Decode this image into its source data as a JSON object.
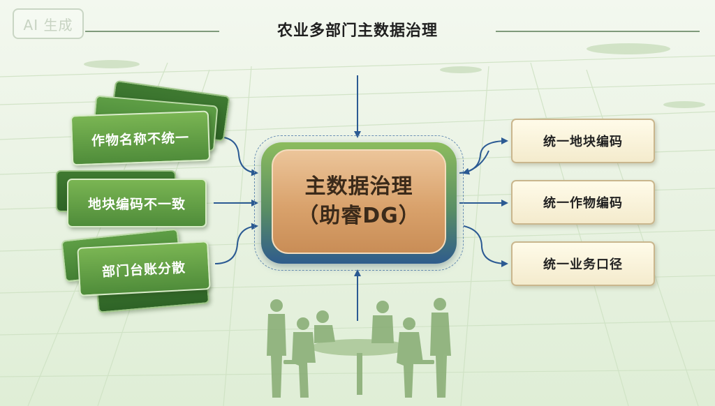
{
  "badge": "AI 生成",
  "title": "农业多部门主数据治理",
  "problems": [
    {
      "label": "作物名称不统一"
    },
    {
      "label": "地块编码不一致"
    },
    {
      "label": "部门台账分散"
    }
  ],
  "center": {
    "line1": "主数据治理",
    "line2": "（助睿DG）"
  },
  "outcomes": [
    {
      "label": "统一地块编码"
    },
    {
      "label": "统一作物编码"
    },
    {
      "label": "统一业务口径"
    }
  ],
  "colors": {
    "arrow": "#2b5a93",
    "card_green": "#5a9a3f",
    "center_fill": "#d9a26c",
    "outcome_fill": "#fbf5df"
  }
}
